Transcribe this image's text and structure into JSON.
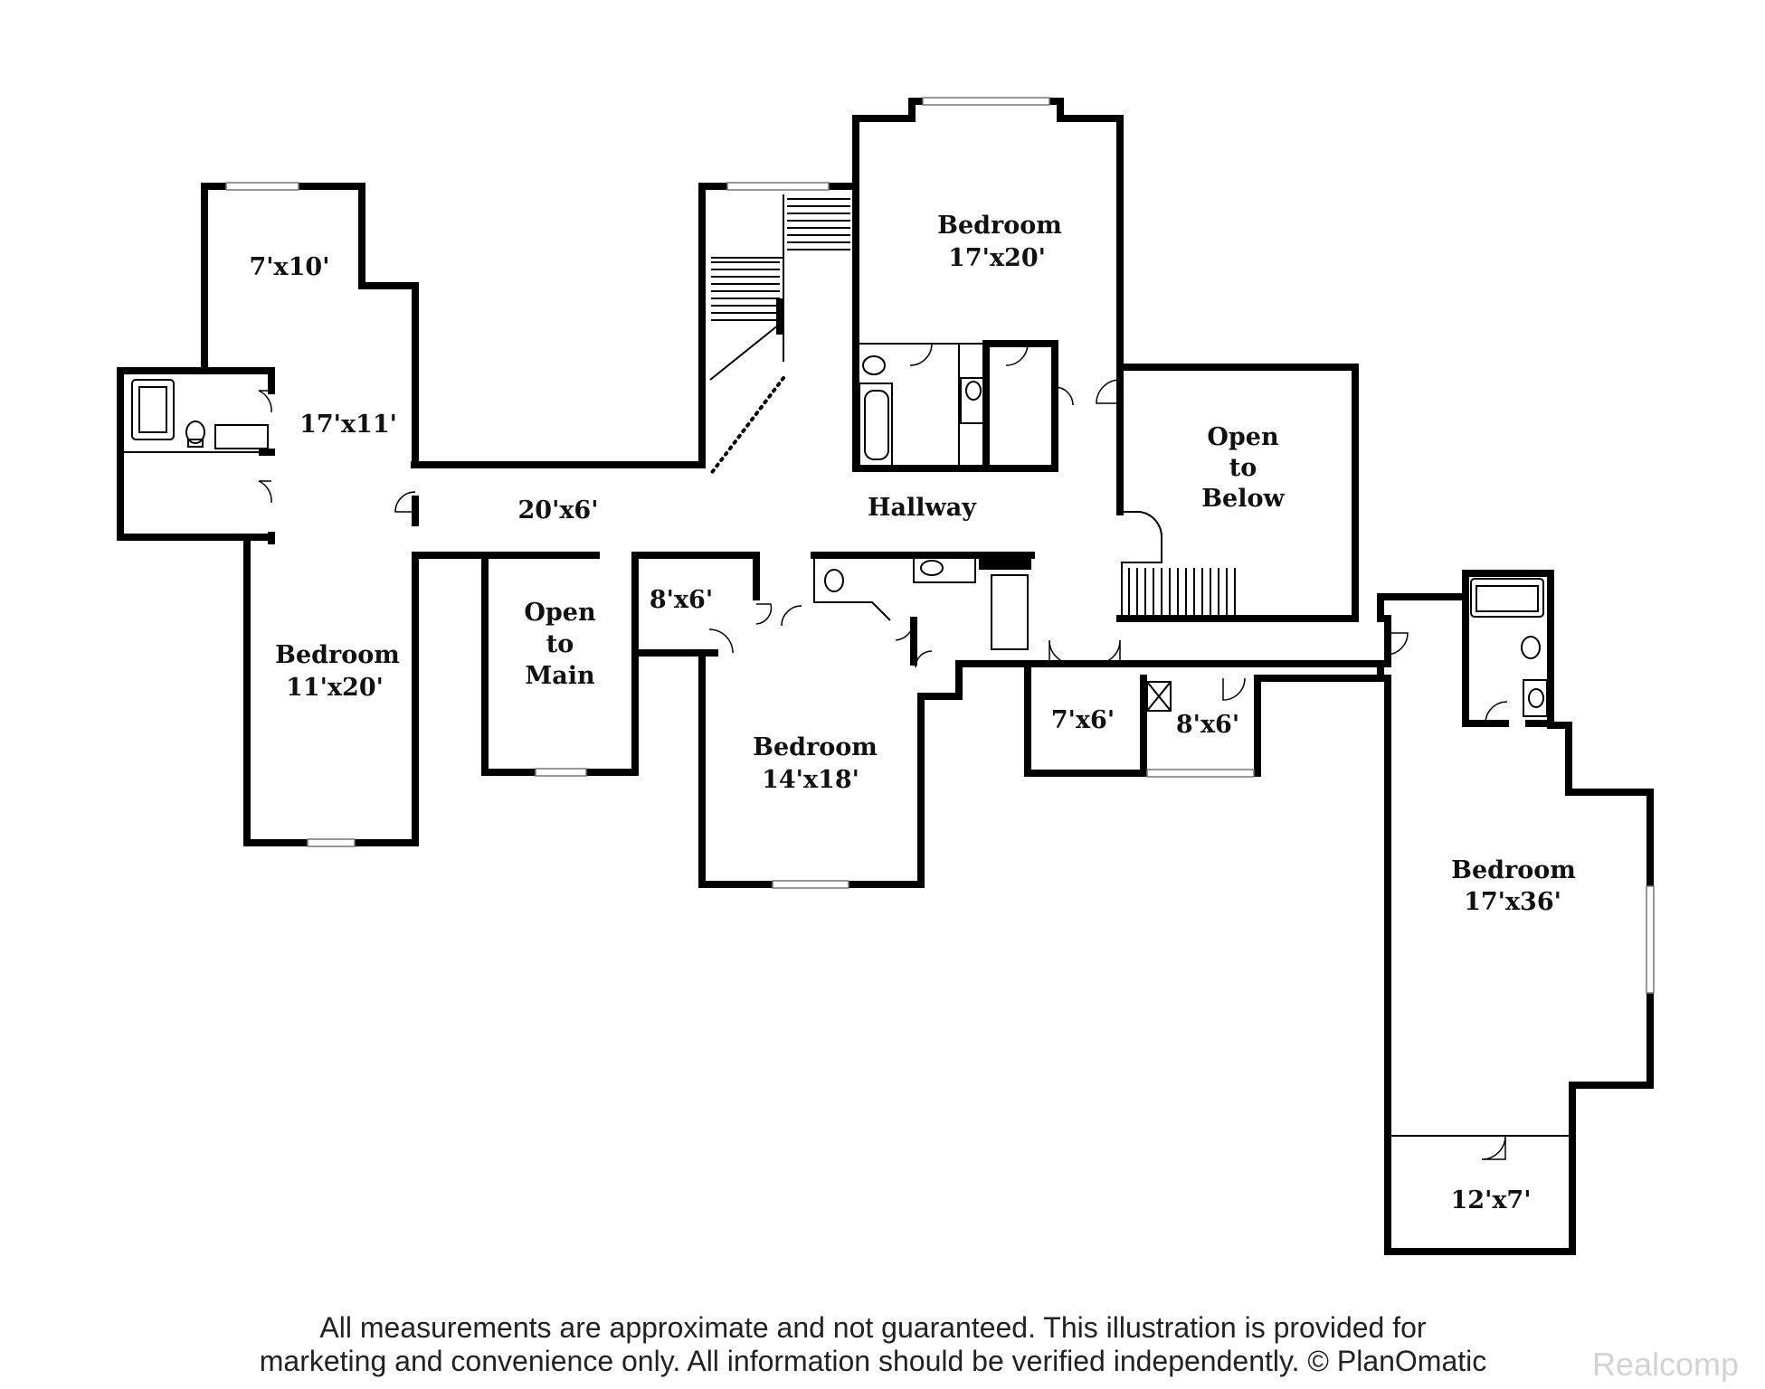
{
  "rooms": {
    "bedroom_nw": {
      "name": "Bedroom",
      "dims": "11'x20'"
    },
    "closet_nw": {
      "dims": "7'x10'"
    },
    "room_17x11": {
      "dims": "17'x11'"
    },
    "hallway_west": {
      "dims": "20'x6'"
    },
    "open_to_main": {
      "line1": "Open",
      "line2": "to",
      "line3": "Main"
    },
    "closet_8x6_west": {
      "dims": "8'x6'"
    },
    "bedroom_center": {
      "name": "Bedroom",
      "dims": "14'x18'"
    },
    "bedroom_north": {
      "name": "Bedroom",
      "dims": "17'x20'"
    },
    "hallway": {
      "name": "Hallway"
    },
    "open_to_below": {
      "line1": "Open",
      "line2": "to",
      "line3": "Below"
    },
    "closet_7x6": {
      "dims": "7'x6'"
    },
    "closet_8x6_east": {
      "dims": "8'x6'"
    },
    "bedroom_east": {
      "name": "Bedroom",
      "dims": "17'x36'"
    },
    "room_12x7": {
      "dims": "12'x7'"
    }
  },
  "disclaimer": {
    "line1": "All measurements are approximate and not guaranteed. This illustration is provided for",
    "line2": "marketing and convenience only. All information should be verified independently. © PlanOmatic"
  },
  "watermark": "Realcomp",
  "colors": {
    "walls": "#000000",
    "background": "#ffffff",
    "watermark": "#d3d3d3"
  }
}
